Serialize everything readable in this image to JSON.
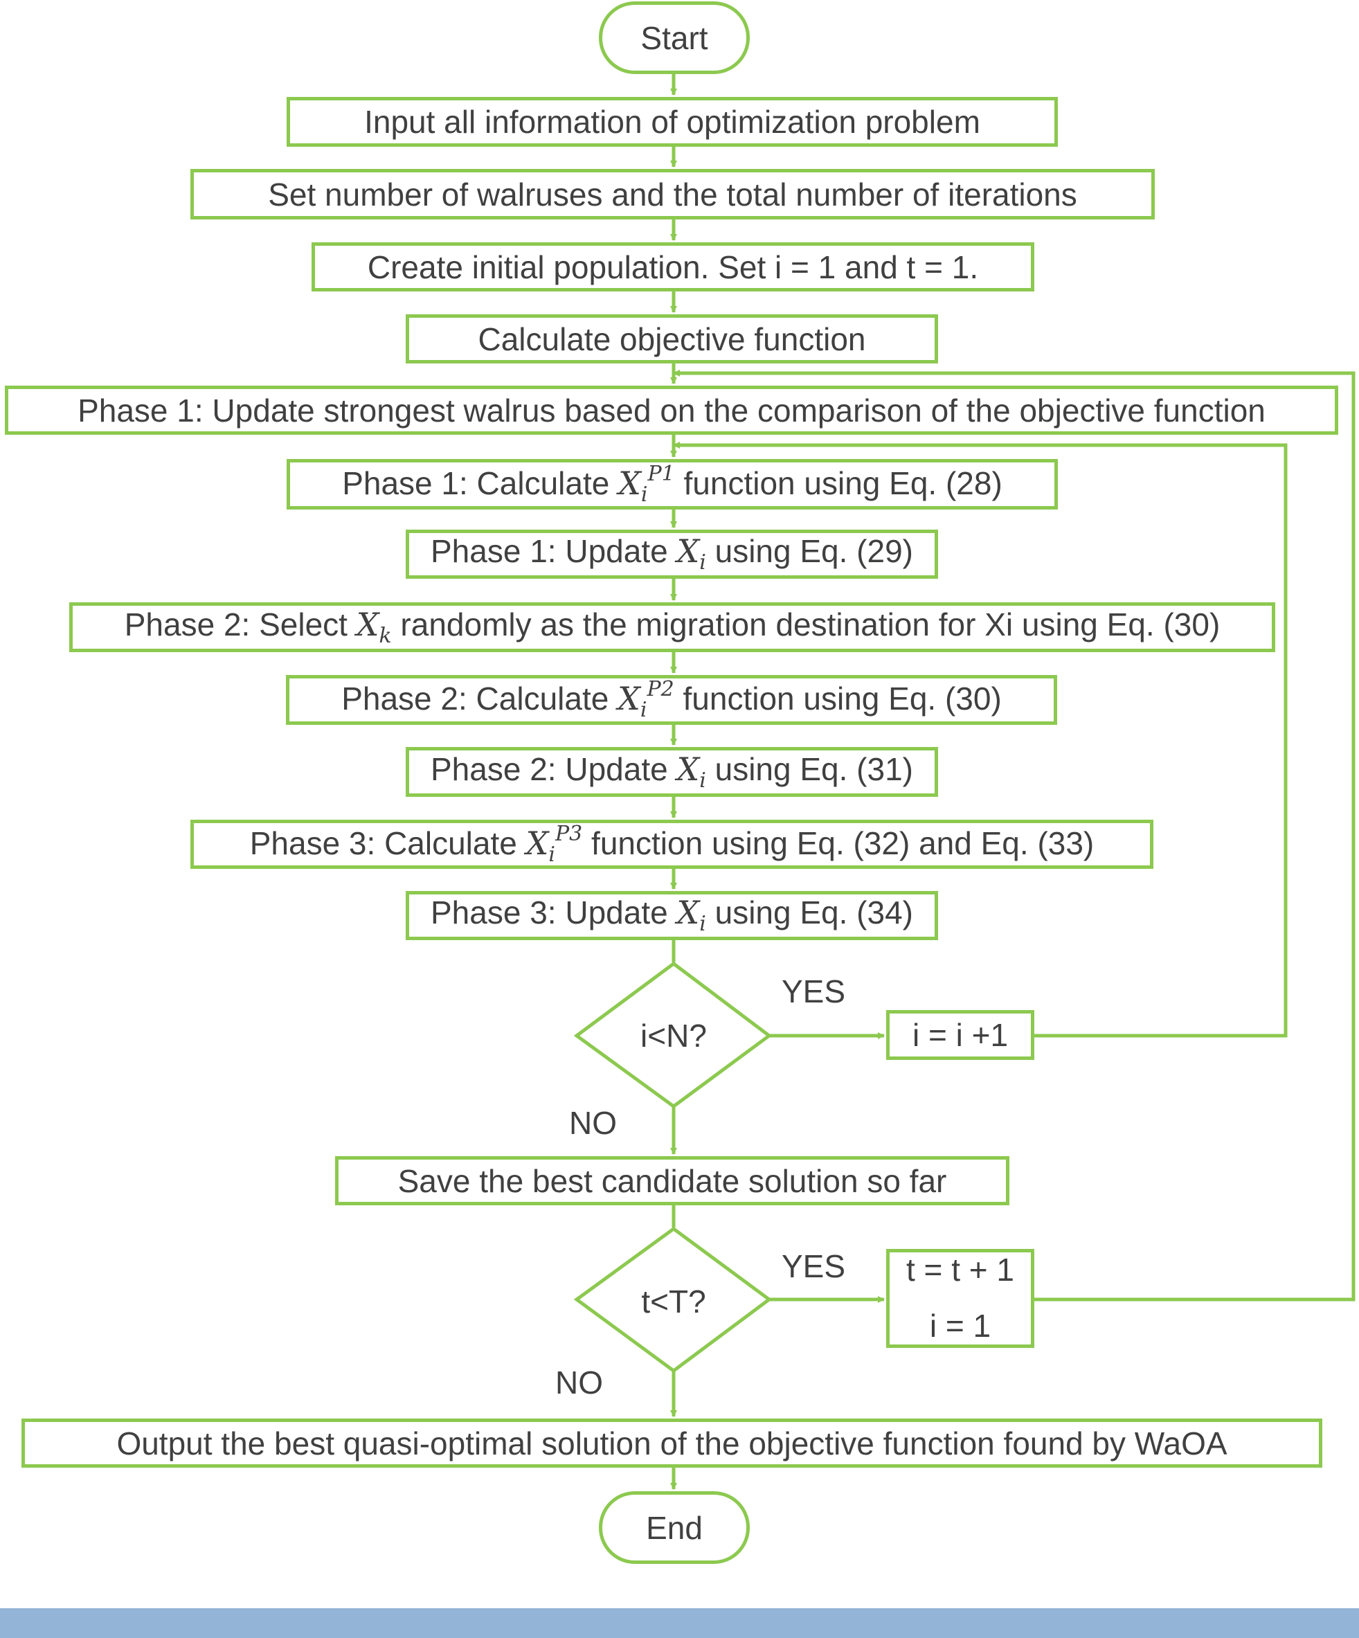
{
  "nodes": {
    "start": "Start",
    "input": "Input all information of optimization problem",
    "set_number": "Set number of walruses and the total number of iterations",
    "create_pop": "Create initial population. Set i = 1 and t = 1.",
    "calc_obj": "Calculate objective function",
    "phase1_update_strongest": "Phase 1: Update strongest walrus based on the comparison of the objective function",
    "phase1_calc": {
      "prefix": "Phase 1: Calculate ",
      "var": "X",
      "sub": "i",
      "sup": "P1",
      "suffix": " function using Eq. (28)"
    },
    "phase1_update": {
      "prefix": "Phase 1: Update ",
      "var": "X",
      "sub": "i",
      "suffix": " using Eq. (29)"
    },
    "phase2_select": {
      "prefix": "Phase 2: Select ",
      "var": "X",
      "sub": "k",
      "suffix": " randomly as the migration destination for Xi using Eq. (30)"
    },
    "phase2_calc": {
      "prefix": "Phase 2: Calculate ",
      "var": "X",
      "sub": "i",
      "sup": "P2",
      "suffix": " function using Eq. (30)"
    },
    "phase2_update": {
      "prefix": "Phase 2: Update ",
      "var": "X",
      "sub": "i",
      "suffix": " using Eq. (31)"
    },
    "phase3_calc": {
      "prefix": "Phase 3: Calculate ",
      "var": "X",
      "sub": "i",
      "sup": "P3",
      "suffix": " function using Eq. (32) and Eq. (33)"
    },
    "phase3_update": {
      "prefix": "Phase 3: Update ",
      "var": "X",
      "sub": "i",
      "suffix": " using Eq. (34)"
    },
    "decision_i": "i<N?",
    "increment_i": "i = i +1",
    "save_best": "Save the best candidate solution so far",
    "decision_t": "t<T?",
    "increment_t": "t = t + 1",
    "reset_i": "i = 1",
    "output": "Output the best quasi-optimal solution of the objective function found by WaOA",
    "end": "End"
  },
  "edge_labels": {
    "i_yes": "YES",
    "i_no": "NO",
    "t_yes": "YES",
    "t_no": "NO"
  },
  "colors": {
    "stroke": "#8cc94f",
    "text": "#404040",
    "footer": "#93b3d7"
  }
}
